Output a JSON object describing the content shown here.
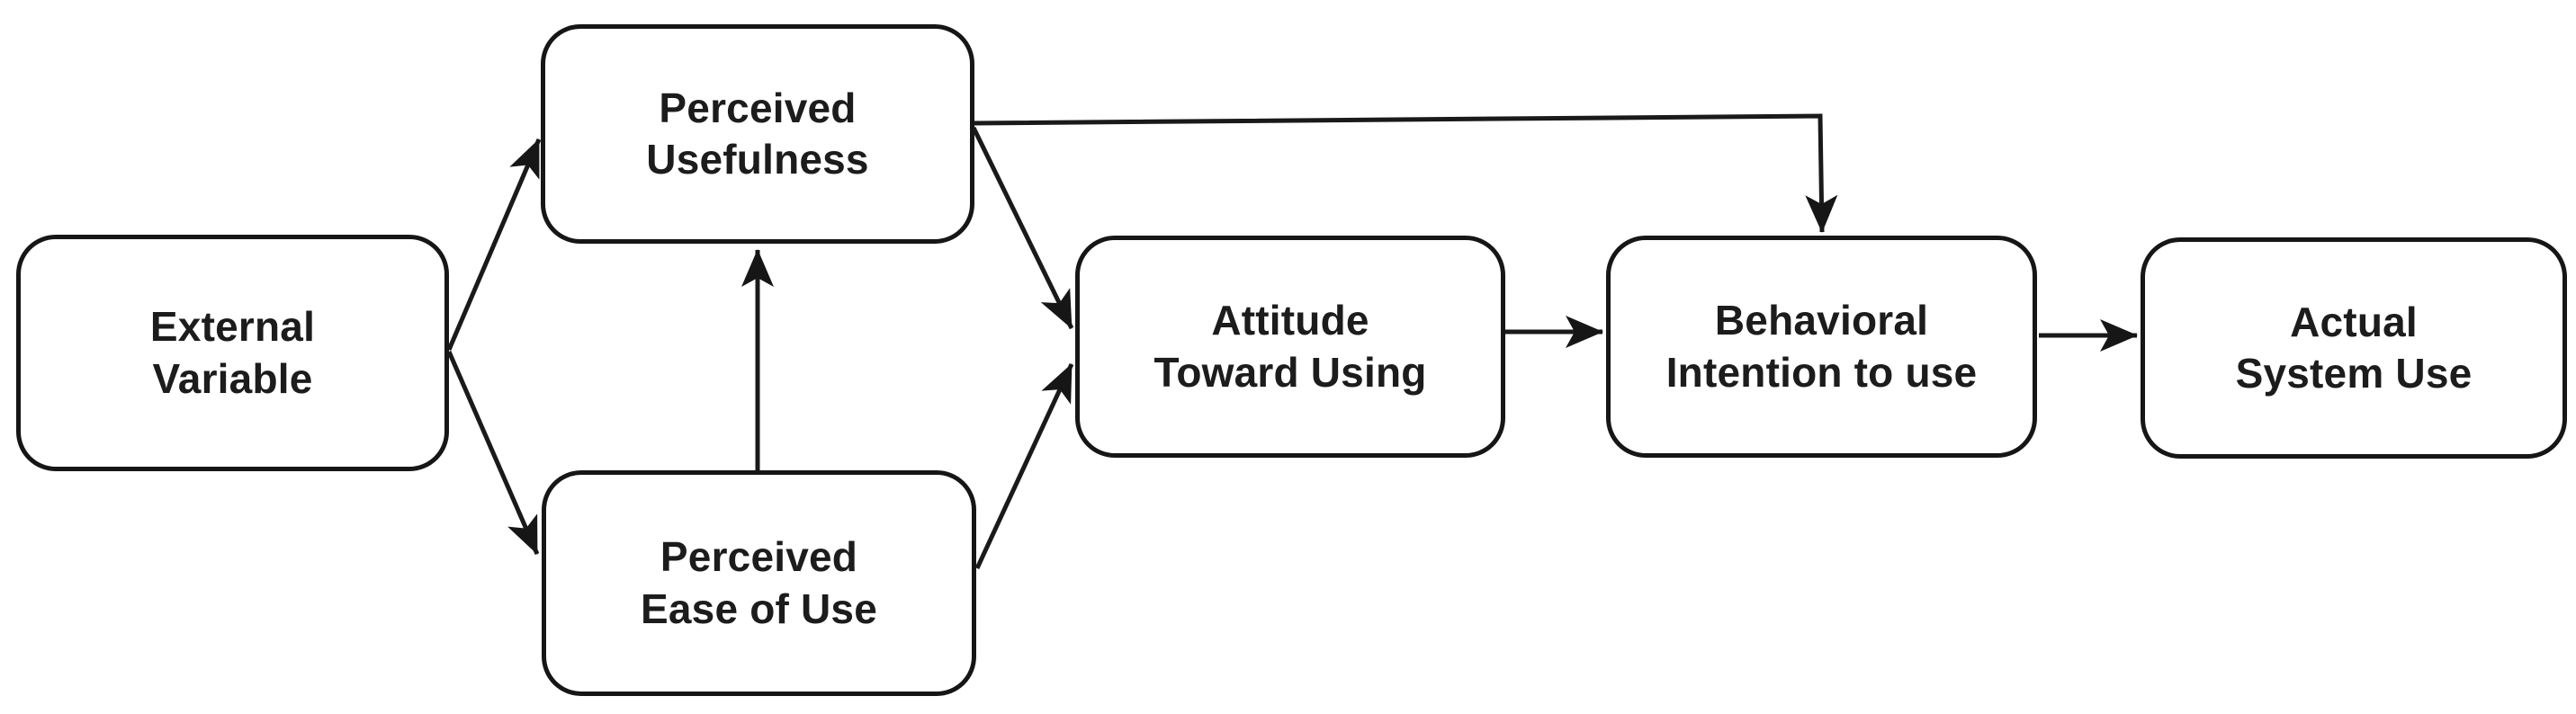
{
  "diagram": {
    "type": "flow-diagram",
    "background_color": "#ffffff",
    "line_color": "#1a1a1a",
    "box_fill": "#ffffff",
    "text_color": "#1c1c1c",
    "nodes": {
      "external": {
        "label": "External\nVariable"
      },
      "perceived_usefulness": {
        "label": "Perceived\nUsefulness"
      },
      "perceived_ease_of_use": {
        "label": "Perceived\nEase of Use"
      },
      "attitude": {
        "label": "Attitude\nToward Using"
      },
      "behavioral_intention": {
        "label": "Behavioral\nIntention to use"
      },
      "actual_use": {
        "label": "Actual\nSystem Use"
      }
    },
    "edges": [
      {
        "from": "external_variable",
        "to": "perceived_usefulness"
      },
      {
        "from": "external_variable",
        "to": "perceived_ease_of_use"
      },
      {
        "from": "perceived_ease_of_use",
        "to": "perceived_usefulness"
      },
      {
        "from": "perceived_usefulness",
        "to": "behavioral_intention"
      },
      {
        "from": "perceived_usefulness",
        "to": "attitude_toward_using"
      },
      {
        "from": "perceived_ease_of_use",
        "to": "attitude_toward_using"
      },
      {
        "from": "attitude_toward_using",
        "to": "behavioral_intention"
      },
      {
        "from": "behavioral_intention",
        "to": "actual_system_use"
      }
    ]
  }
}
